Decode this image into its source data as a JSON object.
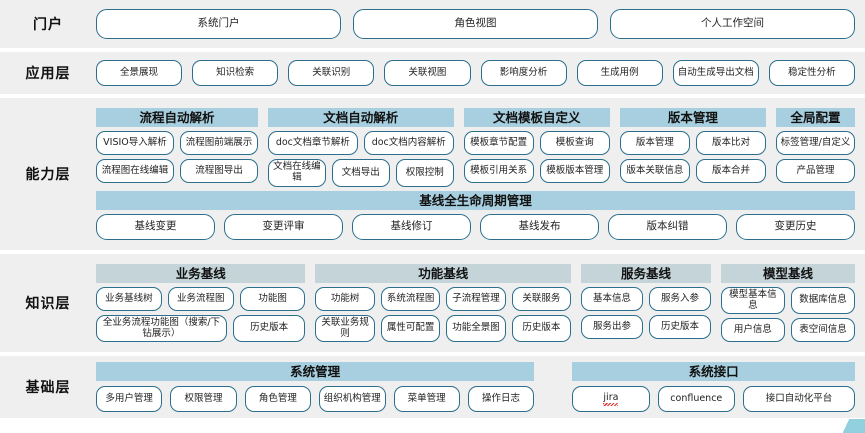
{
  "colors": {
    "row_bg": "#efefef",
    "group_header_blue": "#a7cfdf",
    "group_header_gray": "#c4d4d9",
    "pill_border": "#2b6f8c",
    "page_bg": "#ffffff"
  },
  "layers": [
    {
      "label": "门户",
      "items": [
        "系统门户",
        "角色视图",
        "个人工作空间"
      ]
    },
    {
      "label": "应用层",
      "items": [
        "全景展现",
        "知识检索",
        "关联识别",
        "关联视图",
        "影响度分析",
        "生成用例",
        "自动生成导出文档",
        "稳定性分析"
      ]
    },
    {
      "label": "能力层",
      "groups": [
        {
          "header": "流程自动解析",
          "rows": [
            [
              "VISIO导入解析",
              "流程图前端展示"
            ],
            [
              "流程图在线编辑",
              "流程图导出"
            ]
          ]
        },
        {
          "header": "文档自动解析",
          "rows": [
            [
              "doc文档章节解析",
              "doc文档内容解析"
            ],
            [
              "文档在线编辑",
              "文档导出",
              "权限控制"
            ]
          ]
        },
        {
          "header": "文档模板自定义",
          "rows": [
            [
              "模板章节配置",
              "模板查询"
            ],
            [
              "模板引用关系",
              "模板版本管理"
            ]
          ]
        },
        {
          "header": "版本管理",
          "rows": [
            [
              "版本管理",
              "版本比对"
            ],
            [
              "版本关联信息",
              "版本合并"
            ]
          ]
        },
        {
          "header": "全局配置",
          "rows": [
            [
              "标签管理/自定义"
            ],
            [
              "产品管理"
            ]
          ]
        }
      ],
      "baseline": {
        "header": "基线全生命周期管理",
        "items": [
          "基线变更",
          "变更评审",
          "基线修订",
          "基线发布",
          "版本纠错",
          "变更历史"
        ]
      }
    },
    {
      "label": "知识层",
      "groups": [
        {
          "header": "业务基线",
          "rows": [
            [
              "业务基线树",
              "业务流程图",
              "功能图"
            ],
            [
              "全业务流程功能图（搜索/下钻展示）",
              "历史版本"
            ]
          ]
        },
        {
          "header": "功能基线",
          "rows": [
            [
              "功能树",
              "系统流程图",
              "子流程管理",
              "关联服务"
            ],
            [
              "关联业务规则",
              "属性可配置",
              "功能全景图",
              "历史版本"
            ]
          ]
        },
        {
          "header": "服务基线",
          "rows": [
            [
              "基本信息",
              "服务入参"
            ],
            [
              "服务出参",
              "历史版本"
            ]
          ]
        },
        {
          "header": "模型基线",
          "rows": [
            [
              "模型基本信息",
              "数据库信息"
            ],
            [
              "用户信息",
              "表空间信息"
            ]
          ]
        }
      ]
    },
    {
      "label": "基础层",
      "groups": [
        {
          "header": "系统管理",
          "rows": [
            [
              "多用户管理",
              "权限管理",
              "角色管理",
              "组织机构管理",
              "菜单管理",
              "操作日志"
            ]
          ]
        },
        {
          "header": "系统接口",
          "rows": [
            [
              "jira",
              "confluence",
              "接口自动化平台"
            ]
          ]
        }
      ]
    }
  ],
  "spellcheck_items": [
    "jira"
  ]
}
